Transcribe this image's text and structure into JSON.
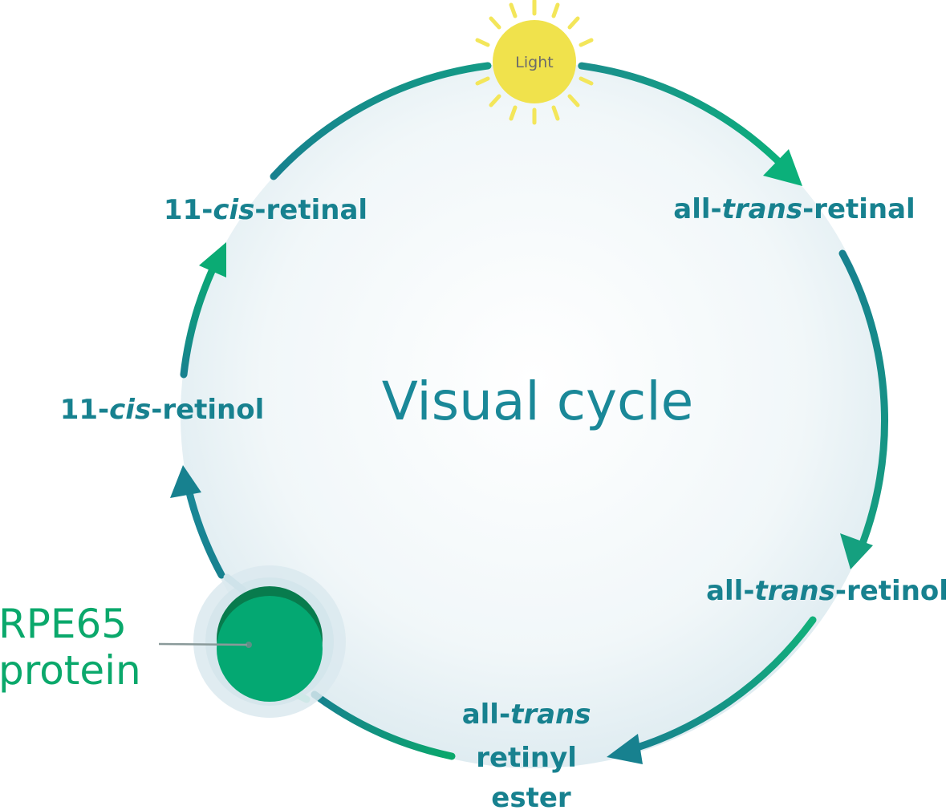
{
  "diagram": {
    "center_title": "Visual cycle",
    "light": {
      "label": "Light"
    },
    "stages": [
      {
        "id": "all-trans-retinal",
        "prefix": "all-",
        "italic": "trans",
        "suffix": "-retinal"
      },
      {
        "id": "all-trans-retinol",
        "prefix": "all-",
        "italic": "trans",
        "suffix": "-retinol"
      },
      {
        "id": "all-trans-retinyl-ester",
        "prefix": "all-",
        "italic": "trans",
        "suffix": "",
        "line2": "retinyl",
        "line3": "ester"
      },
      {
        "id": "11-cis-retinol",
        "prefix": "11-",
        "italic": "cis",
        "suffix": "-retinol"
      },
      {
        "id": "11-cis-retinal",
        "prefix": "11-",
        "italic": "cis",
        "suffix": "-retinal"
      }
    ],
    "enzyme": {
      "line1": "RPE65",
      "line2": "protein"
    },
    "colors": {
      "teal": "#17818f",
      "green": "#0aa86b",
      "sun": "#f0e24c",
      "sun_rays": "#f3e65a",
      "circle_fill": "#eef5f8",
      "enzyme_dark": "#087b4d",
      "enzyme": "#04a872"
    }
  }
}
